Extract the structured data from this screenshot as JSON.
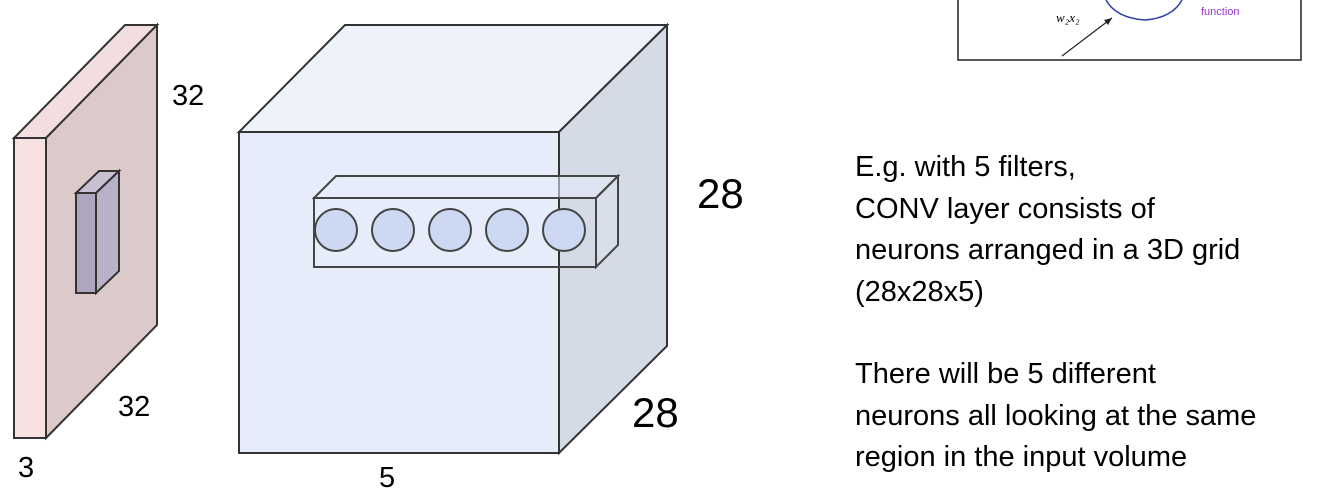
{
  "input_volume": {
    "height_label": "32",
    "width_label": "32",
    "depth_label": "3",
    "colors": {
      "front": "#f8e1e1",
      "side": "#dcc9c9"
    }
  },
  "output_volume": {
    "height_label": "28",
    "width_label": "28",
    "depth_label": "5",
    "colors": {
      "front": "#e6ecf9",
      "side": "#d4dae6"
    }
  },
  "neuron_row": {
    "neuron_count": 5,
    "colors": {
      "fill": "#cdd8f2"
    }
  },
  "neuron_inset": {
    "input_label": "w₂x₂",
    "function_label": "function",
    "function_label_color": "#9b30c9"
  },
  "description": {
    "paragraph_1": [
      "E.g. with 5 filters,",
      "CONV layer consists of",
      "neurons arranged in a 3D grid",
      "(28x28x5)"
    ],
    "paragraph_2": [
      "There will be 5 different",
      "neurons all looking at the same",
      "region in the input volume"
    ]
  }
}
